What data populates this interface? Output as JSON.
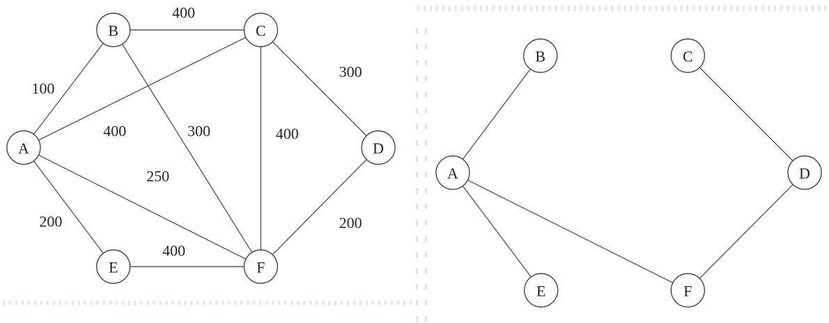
{
  "left_graph": {
    "title": "original weighted graph",
    "nodes": [
      "A",
      "B",
      "C",
      "D",
      "E",
      "F"
    ],
    "edges": [
      {
        "from": "B",
        "to": "C",
        "weight": "400"
      },
      {
        "from": "A",
        "to": "B",
        "weight": "100"
      },
      {
        "from": "A",
        "to": "C",
        "weight": "400"
      },
      {
        "from": "B",
        "to": "F",
        "weight": "300"
      },
      {
        "from": "C",
        "to": "F",
        "weight": "400"
      },
      {
        "from": "C",
        "to": "D",
        "weight": "300"
      },
      {
        "from": "A",
        "to": "F",
        "weight": "250"
      },
      {
        "from": "A",
        "to": "E",
        "weight": "200"
      },
      {
        "from": "E",
        "to": "F",
        "weight": "400"
      },
      {
        "from": "D",
        "to": "F",
        "weight": "200"
      }
    ]
  },
  "right_graph": {
    "title": "minimum spanning tree",
    "nodes": [
      "A",
      "B",
      "C",
      "D",
      "E",
      "F"
    ],
    "edges": [
      {
        "from": "A",
        "to": "B"
      },
      {
        "from": "A",
        "to": "E"
      },
      {
        "from": "A",
        "to": "F"
      },
      {
        "from": "C",
        "to": "D"
      },
      {
        "from": "D",
        "to": "F"
      }
    ]
  },
  "colors": {
    "edge": "#5a5a5a",
    "node_stroke": "#444444",
    "dots": "#dbe6f3"
  }
}
